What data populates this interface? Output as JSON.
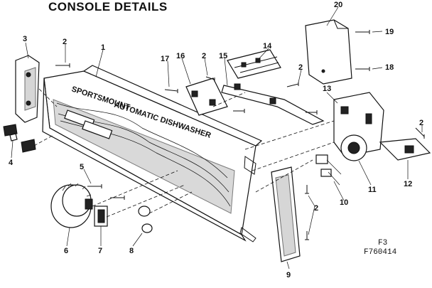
{
  "title": "CONSOLE DETAILS",
  "figure_code": "F3",
  "part_code": "F760414",
  "callouts": [
    "1",
    "2",
    "3",
    "4",
    "5",
    "6",
    "7",
    "8",
    "9",
    "10",
    "11",
    "12",
    "13",
    "14",
    "15",
    "16",
    "17",
    "18",
    "19",
    "20",
    "2",
    "2",
    "2",
    "2",
    "2"
  ],
  "panel_text": {
    "brand": "SPORTSMOUNT",
    "model": "AUTOMATIC DISHWASHER"
  }
}
